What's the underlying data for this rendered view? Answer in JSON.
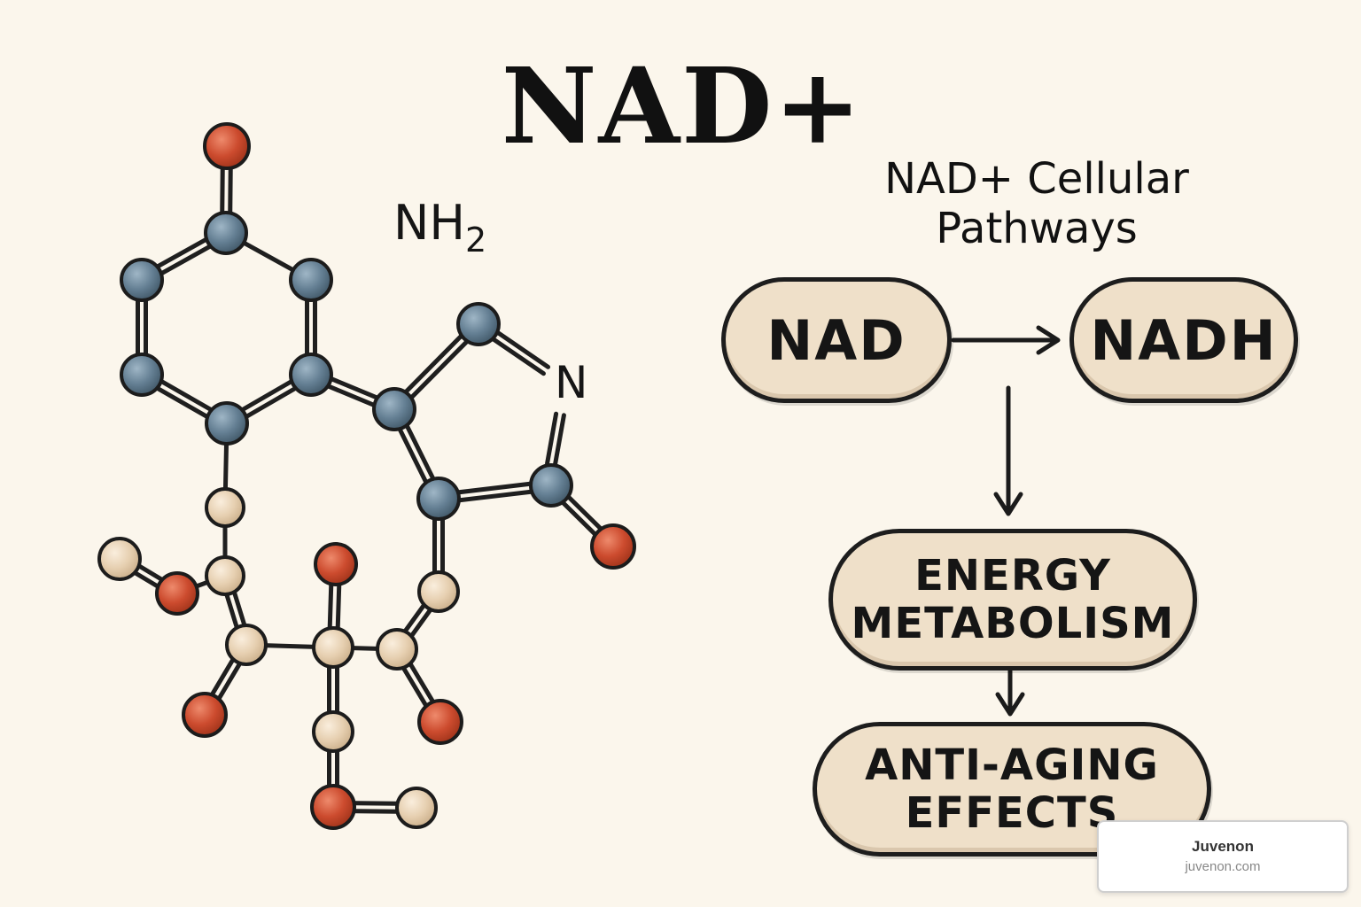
{
  "title": "NAD+",
  "molecule": {
    "amine_label": "NH",
    "amine_subscript": "2",
    "nitrogen_label": "N",
    "atom_colors": {
      "blue": "#647f93",
      "cream": "#e6cfb0",
      "red": "#cc4b2e"
    }
  },
  "pathway": {
    "subtitle_line1": "NAD+ Cellular",
    "subtitle_line2": "Pathways",
    "nodes": {
      "nad": "NAD",
      "nadh": "NADH",
      "energy_line1": "ENERGY",
      "energy_line2": "METABOLISM",
      "aging_line1": "ANTI-AGING",
      "aging_line2": "EFFECTS"
    },
    "node_fill": "#efe0c9"
  },
  "watermark": {
    "name": "Juvenon",
    "url": "juvenon.com"
  }
}
